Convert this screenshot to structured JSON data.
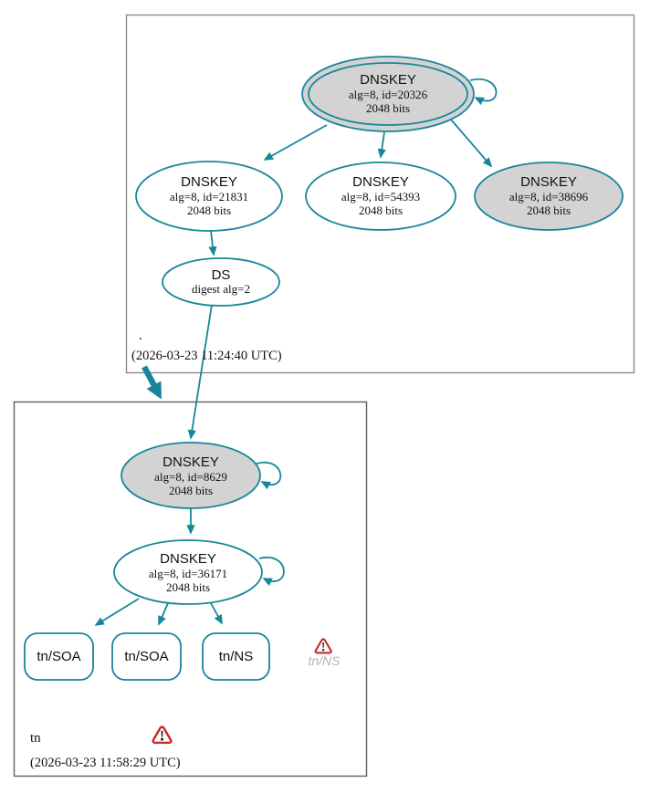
{
  "colors": {
    "edge_teal": "#17869b",
    "node_fill_gray": "#d3d3d3",
    "zone_border_parent": "#8c8c8c",
    "zone_border_child": "#5f5f5f",
    "warning_red": "#c62828",
    "muted_text": "#b3b3b3"
  },
  "icons": {
    "warning": "triangle-exclamation"
  },
  "zones": [
    {
      "label": ".",
      "timestamp": "(2026-03-23 11:24:40 UTC)",
      "nodes": {
        "key20326": {
          "title": "DNSKEY",
          "detail": "alg=8, id=20326",
          "size": "2048 bits"
        },
        "key21831": {
          "title": "DNSKEY",
          "detail": "alg=8, id=21831",
          "size": "2048 bits"
        },
        "key54393": {
          "title": "DNSKEY",
          "detail": "alg=8, id=54393",
          "size": "2048 bits"
        },
        "key38696": {
          "title": "DNSKEY",
          "detail": "alg=8, id=38696",
          "size": "2048 bits"
        },
        "ds": {
          "title": "DS",
          "detail": "digest alg=2"
        }
      }
    },
    {
      "label": "tn",
      "timestamp": "(2026-03-23 11:58:29 UTC)",
      "nodes": {
        "key8629": {
          "title": "DNSKEY",
          "detail": "alg=8, id=8629",
          "size": "2048 bits"
        },
        "key36171": {
          "title": "DNSKEY",
          "detail": "alg=8, id=36171",
          "size": "2048 bits"
        },
        "rrset_soa_1": {
          "label": "tn/SOA"
        },
        "rrset_soa_2": {
          "label": "tn/SOA"
        },
        "rrset_ns": {
          "label": "tn/NS"
        },
        "rrset_ns_error": {
          "label": "tn/NS"
        }
      }
    }
  ]
}
